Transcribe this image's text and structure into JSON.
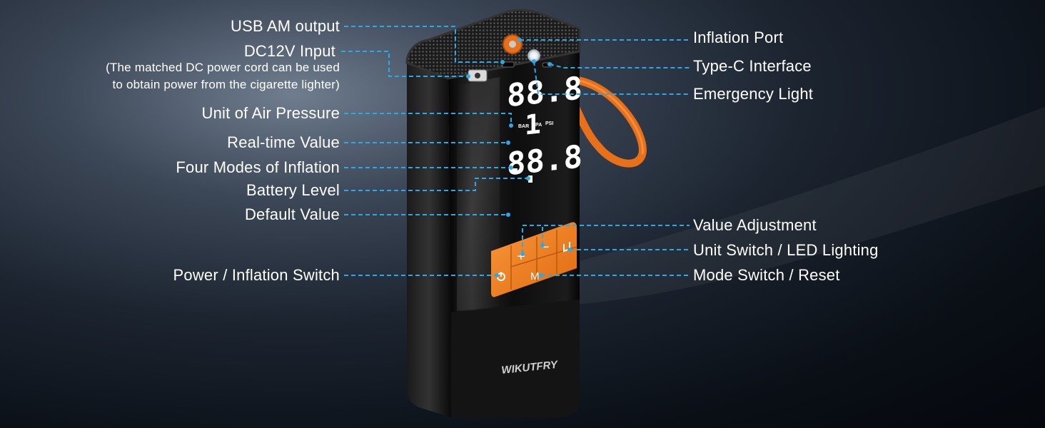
{
  "diagram": {
    "brand": "WIKUTFRY",
    "display": {
      "units": [
        "BAR",
        "KPA",
        "PSI"
      ],
      "realtime_value": "88.8",
      "mode_value": "1",
      "default_value": "88.8"
    },
    "buttons": {
      "plus": "+",
      "minus": "−",
      "mode": "M"
    },
    "labels": {
      "usb_output": "USB AM output",
      "dc_input": "DC12V Input",
      "dc_note_1": "(The matched DC power cord can be used",
      "dc_note_2": "to obtain power from the cigarette lighter)",
      "unit_air_pressure": "Unit of Air Pressure",
      "realtime_value": "Real-time Value",
      "four_modes": "Four Modes of Inflation",
      "battery_level": "Battery Level",
      "default_value": "Default Value",
      "power_switch": "Power / Inflation Switch",
      "inflation_port": "Inflation Port",
      "type_c": "Type-C Interface",
      "emergency_light": "Emergency Light",
      "value_adjustment": "Value Adjustment",
      "unit_switch": "Unit Switch / LED Lighting",
      "mode_switch": "Mode Switch / Reset"
    },
    "colors": {
      "accent": "#f5821f",
      "leader": "#2aa8e8",
      "display": "#ffffff",
      "body": "#111111"
    }
  }
}
